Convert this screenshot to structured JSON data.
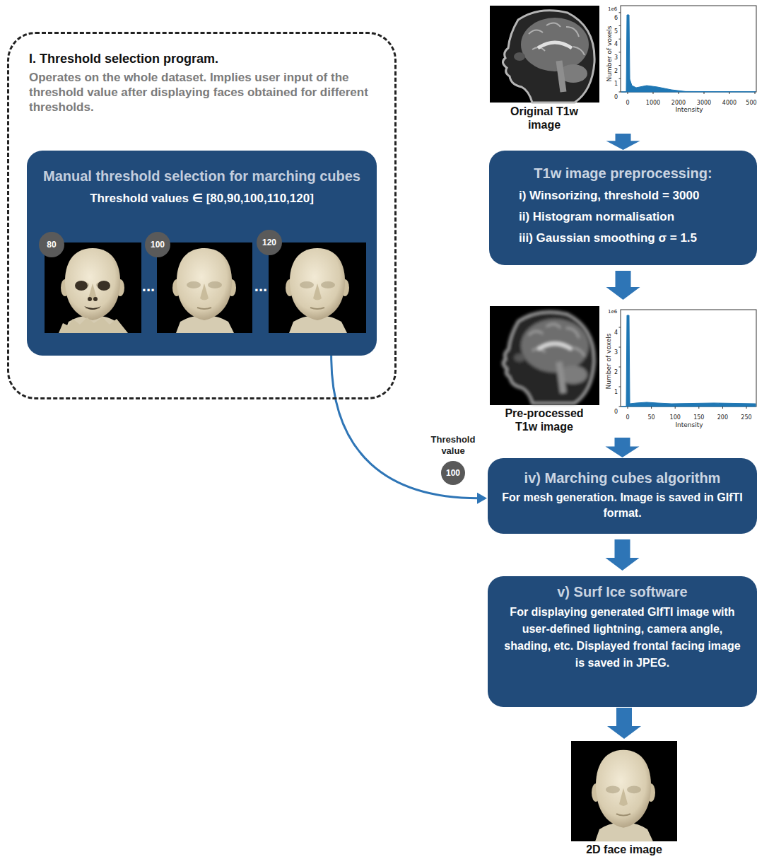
{
  "diagram": {
    "nodes": [
      {
        "text": [
          "I. Threshold selection program.",
          "Operates on the whole dataset. Implies user input of the threshold value after displaying faces obtained for different thresholds."
        ]
      },
      {
        "text": [
          "Manual threshold selection for marching cubes",
          "Threshold values ∈ [80,90,100,110,120]"
        ],
        "in": 0
      },
      {
        "text": [
          "80"
        ],
        "in": 1
      },
      {
        "text": [
          "100"
        ],
        "in": 1
      },
      {
        "text": [
          "120"
        ],
        "in": 1
      },
      {
        "text": [
          "Original T1w image"
        ]
      },
      {
        "text": [
          "T1w image preprocessing:",
          "i) Winsorizing, threshold = 3000",
          "ii) Histogram normalisation",
          "iii) Gaussian smoothing σ = 1.5"
        ]
      },
      {
        "text": [
          "Pre-processed T1w image"
        ]
      },
      {
        "text": [
          "iv) Marching cubes algorithm",
          "For mesh generation. Image is saved in GIfTI format."
        ]
      },
      {
        "text": [
          "v) Surf Ice software",
          "For displaying generated GIfTI image with user-defined lightning, camera angle, shading, etc. Displayed frontal facing image is saved in JPEG."
        ]
      },
      {
        "text": [
          "2D face image"
        ]
      },
      {
        "text": [
          "Threshold value",
          "100"
        ]
      }
    ],
    "edges": [
      {
        "from": 1,
        "to": 8,
        "arrow": "to"
      },
      {
        "from": 5,
        "to": 6,
        "arrow": "to"
      },
      {
        "from": 6,
        "to": 7,
        "arrow": "to"
      },
      {
        "from": 7,
        "to": 8,
        "arrow": "to"
      },
      {
        "from": 8,
        "to": 9,
        "arrow": "to"
      },
      {
        "from": 9,
        "to": 10,
        "arrow": "to"
      }
    ],
    "labels": [
      "...",
      "...",
      "1e6",
      "0",
      "1",
      "2",
      "3",
      "4",
      "5",
      "6",
      "Number of voxels",
      "0",
      "1000",
      "2000",
      "3000",
      "4000",
      "500",
      "Intensity",
      "1e6",
      "0",
      "1",
      "2",
      "3",
      "4",
      "Number of voxels",
      "0",
      "50",
      "100",
      "150",
      "200",
      "250",
      "Intensity"
    ]
  }
}
